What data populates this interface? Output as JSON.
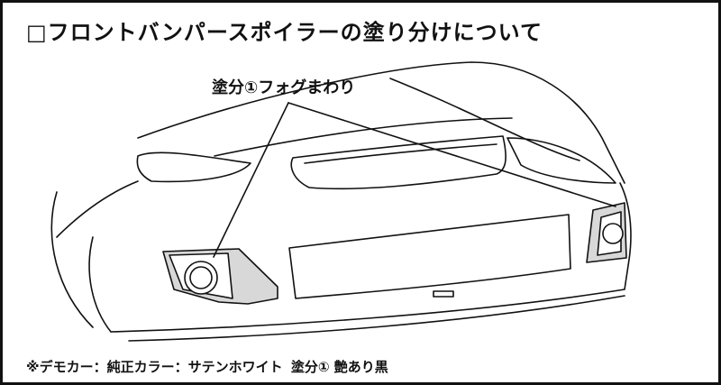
{
  "title": "□フロントバンパースポイラーの塗り分けについて",
  "callout": {
    "label": "塗分①フォグまわり"
  },
  "footnote": {
    "demo_car": "※デモカー：純正カラー：サテンホワイト",
    "paint_spec": "塗分① 艶あり黒"
  },
  "colors": {
    "line": "#111111",
    "shaded_area": "#d8d8d8",
    "background": "#ffffff"
  }
}
